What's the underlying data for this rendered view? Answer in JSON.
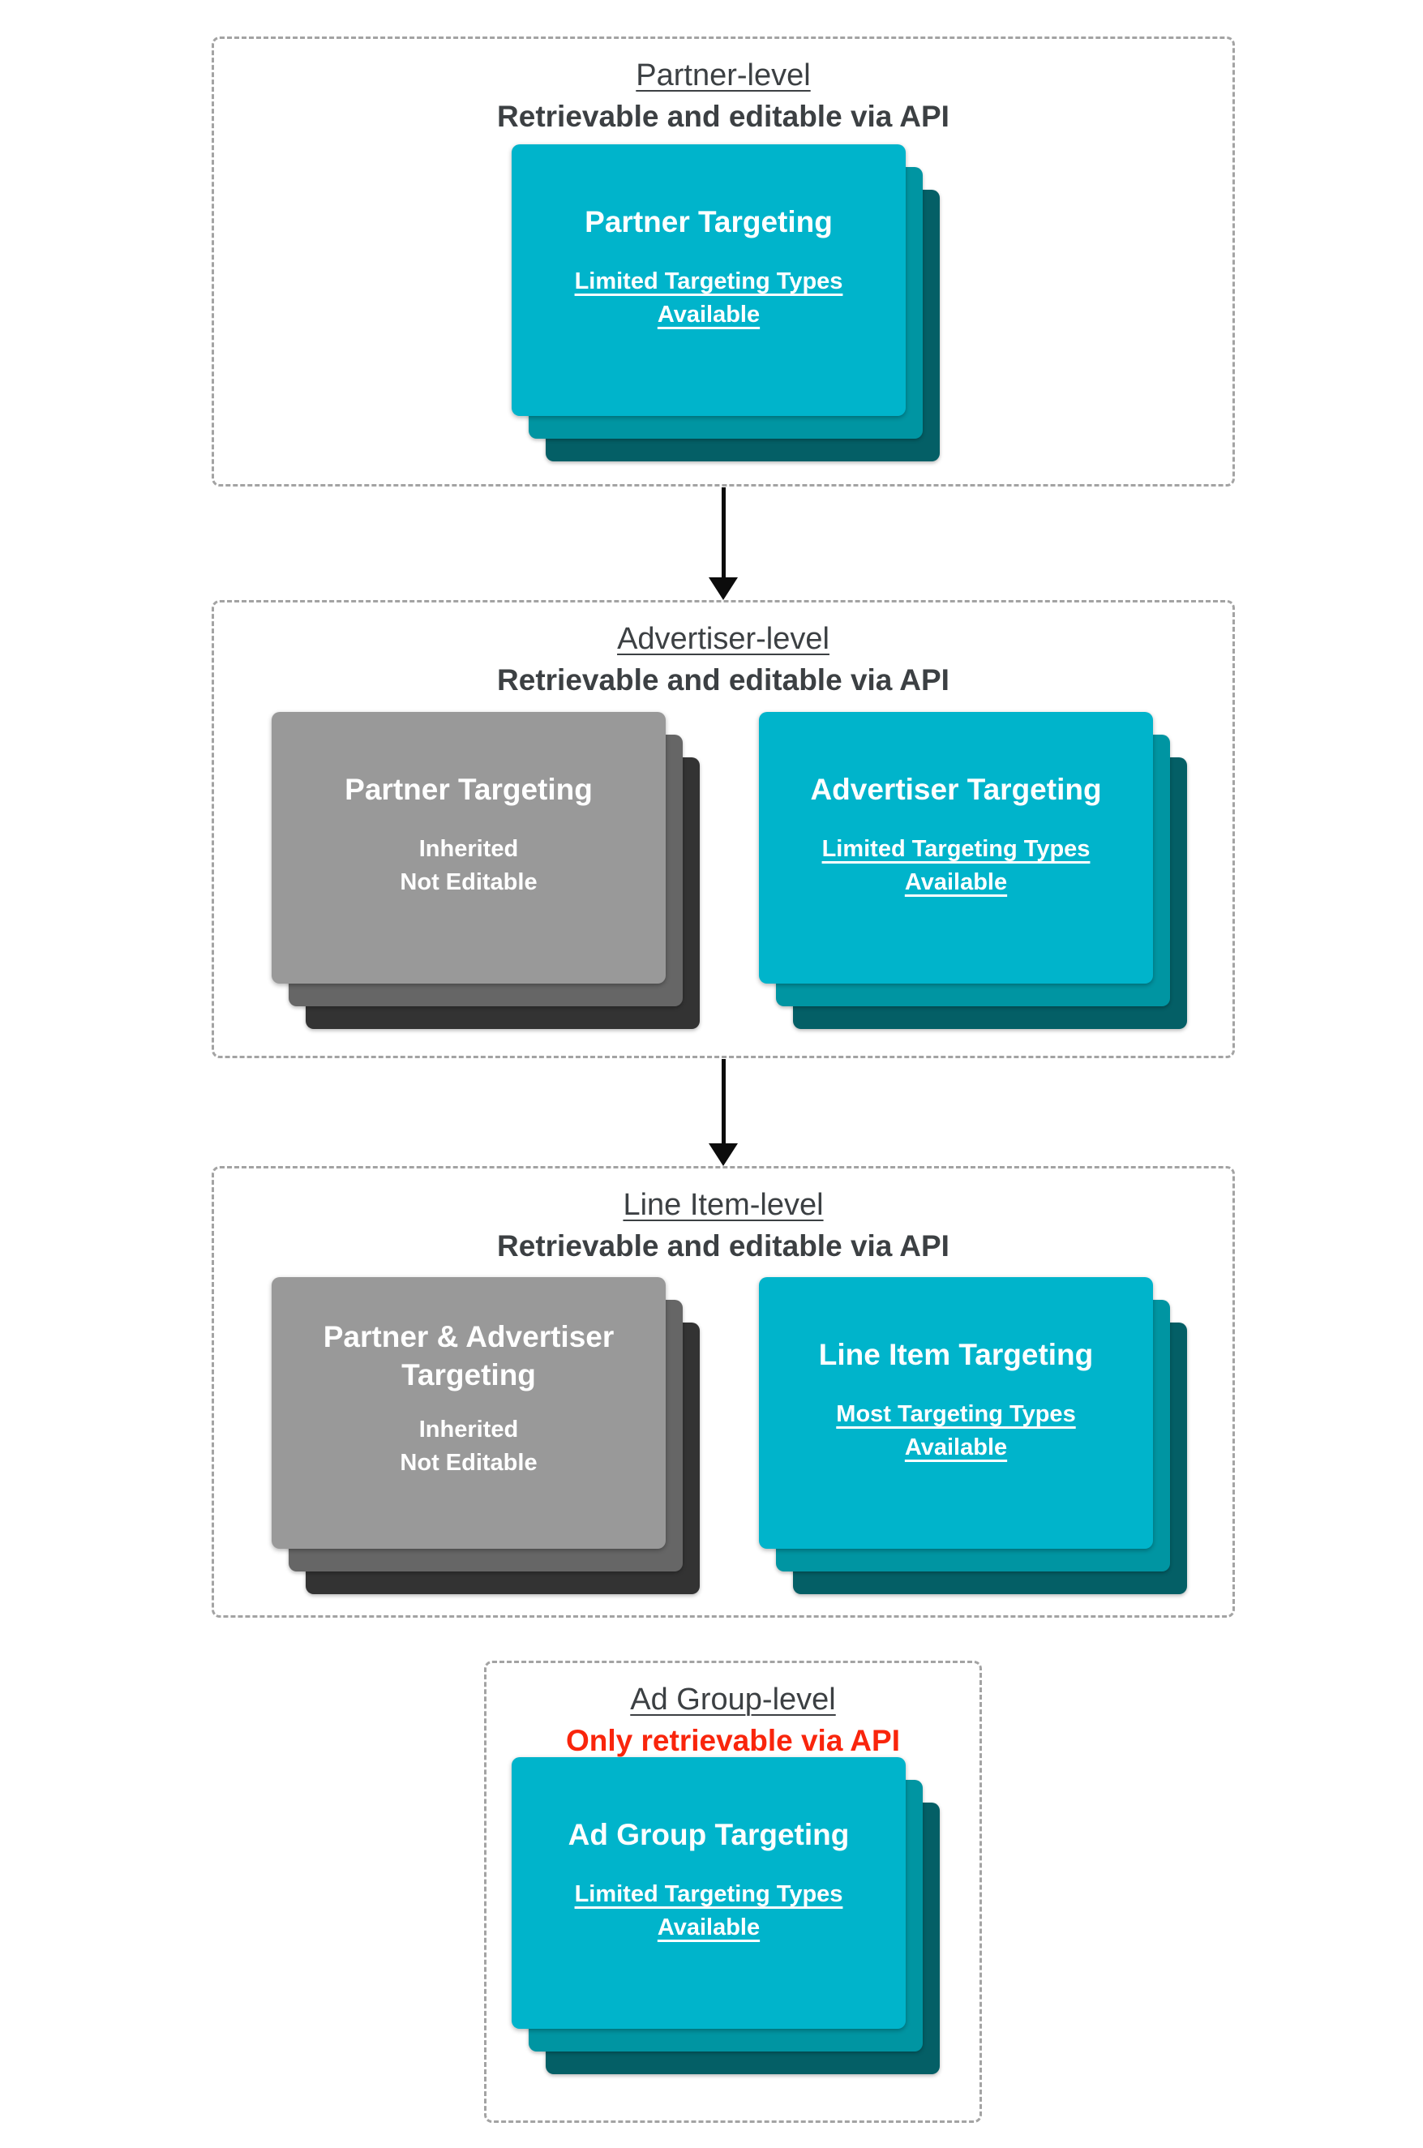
{
  "colors": {
    "card_cyan": "#00b4cb",
    "card_cyan_mid": "#0095a2",
    "card_cyan_dark": "#045f66",
    "card_gray": "#999999",
    "card_gray_mid": "#666666",
    "card_gray_dark": "#333333",
    "heading_gray": "#3c4043",
    "alert_red": "#f9250c",
    "arrow_black": "#0c0c0c",
    "dashed_border_gray": "#a3a3a3"
  },
  "sections": [
    {
      "title": "Partner-level",
      "subtitle": "Retrievable and editable via API",
      "cards": [
        {
          "title": "Partner Targeting",
          "lines": [
            "Limited Targeting Types",
            "Available"
          ]
        }
      ]
    },
    {
      "title": "Advertiser-level",
      "subtitle": "Retrievable and editable via API",
      "cards": [
        {
          "title": "Partner Targeting",
          "lines": [
            "Inherited",
            "Not Editable"
          ]
        },
        {
          "title": "Advertiser Targeting",
          "lines": [
            "Limited Targeting Types",
            "Available"
          ]
        }
      ]
    },
    {
      "title": "Line Item-level",
      "subtitle": "Retrievable and editable via API",
      "cards": [
        {
          "title": "Partner & Advertiser Targeting",
          "lines": [
            "Inherited",
            "Not Editable"
          ]
        },
        {
          "title": "Line Item Targeting",
          "lines": [
            "Most Targeting Types",
            "Available"
          ]
        }
      ]
    },
    {
      "title": "Ad Group-level",
      "subtitle": "Only retrievable via API",
      "cards": [
        {
          "title": "Ad Group Targeting",
          "lines": [
            "Limited Targeting Types",
            "Available"
          ]
        }
      ]
    }
  ]
}
